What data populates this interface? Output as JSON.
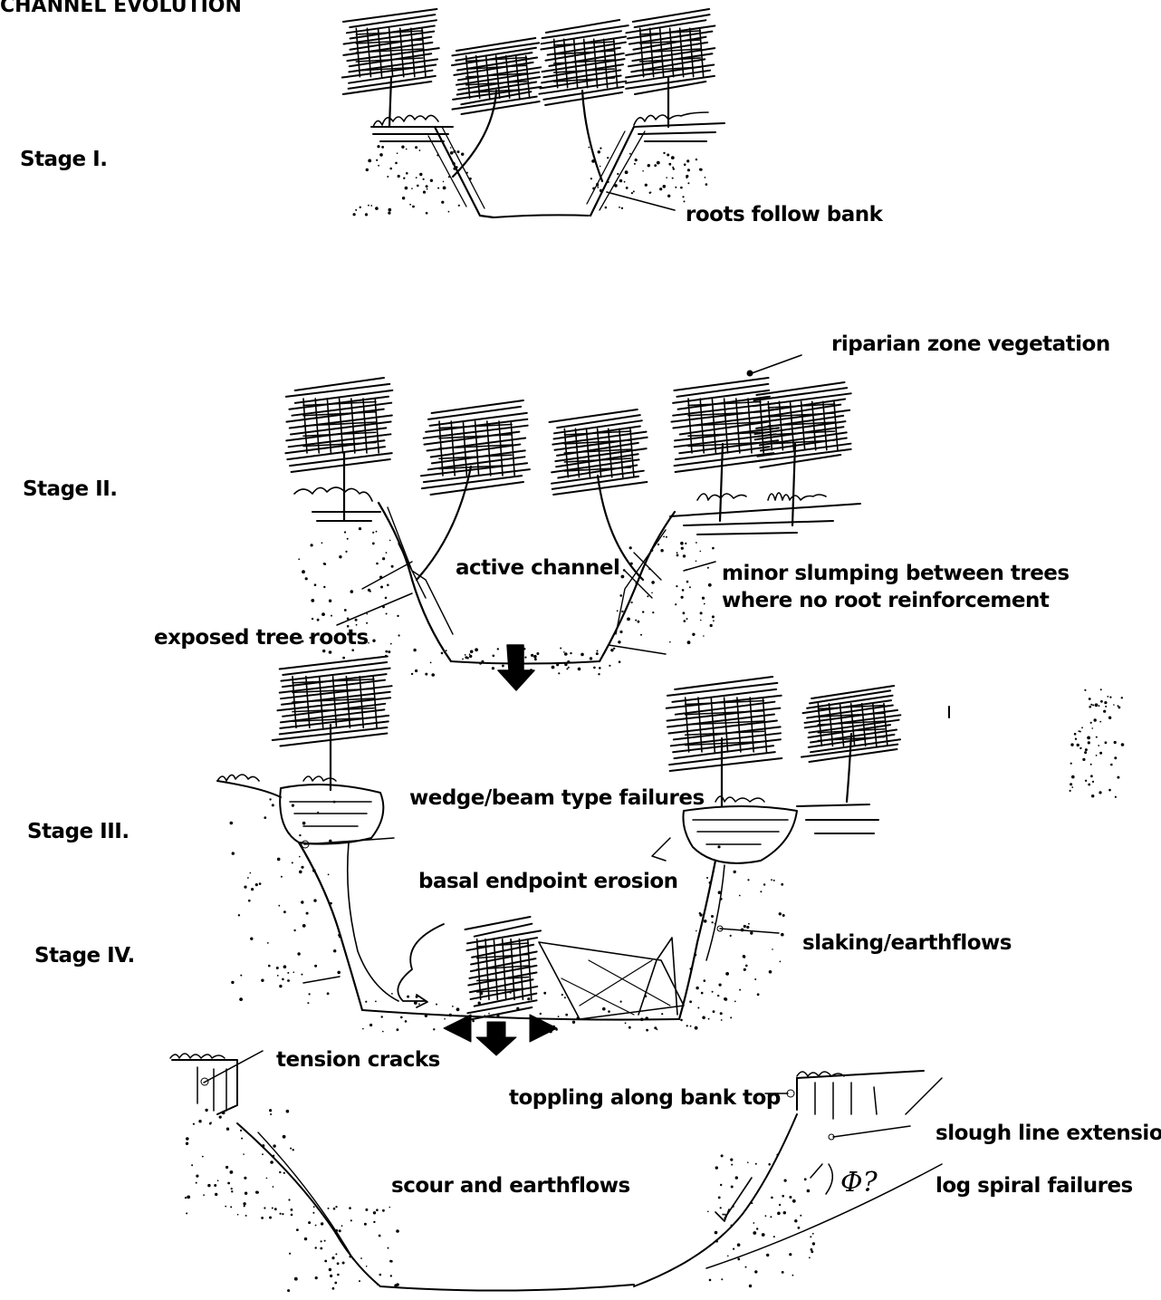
{
  "title": "CHANNEL EVOLUTION",
  "stages": {
    "stage1": "Stage I.",
    "stage2": "Stage II.",
    "stage3": "Stage III.",
    "stage4": "Stage IV."
  },
  "annotations": {
    "roots_follow_bank": "roots follow bank",
    "riparian_zone_vegetation": "riparian zone vegetation",
    "active_channel": "active channel",
    "minor_slumping_line1": "minor slumping between trees",
    "minor_slumping_line2": "where no root reinforcement",
    "exposed_tree_roots": "exposed tree roots",
    "wedge_beam_failures": "wedge/beam type failures",
    "basal_endpoint_erosion": "basal endpoint erosion",
    "slaking_earthflows": "slaking/earthflows",
    "tension_cracks": "tension cracks",
    "toppling_along_bank_top": "toppling along bank top",
    "slough_line_extension": "slough line extensio",
    "scour_and_earthflows": "scour and earthflows",
    "log_spiral_failures": "log spiral failures"
  },
  "symbols": {
    "phi_question": "Φ?"
  },
  "colors": {
    "ink": "#000000",
    "paper": "#ffffff"
  }
}
